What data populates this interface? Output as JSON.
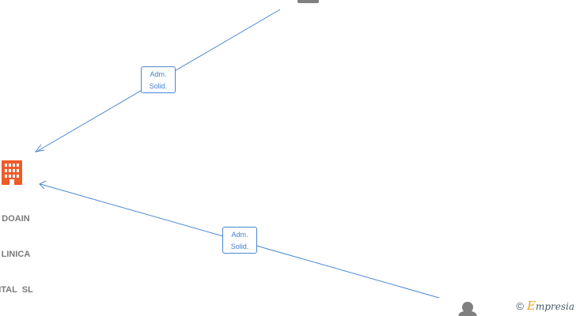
{
  "nodes": {
    "company": {
      "name_lines": [
        "DOAIN",
        "LINICA",
        "ITAL  SL"
      ],
      "icon": "building-icon",
      "color": "#f05a28"
    },
    "person_top": {
      "icon": "person-icon",
      "color": "#808080"
    },
    "person_bottom": {
      "icon": "person-icon",
      "color": "#808080"
    }
  },
  "edges": [
    {
      "from": "person_top",
      "to": "company",
      "label_line1": "Adm.",
      "label_line2": "Solid."
    },
    {
      "from": "person_bottom",
      "to": "company",
      "label_line1": "Adm.",
      "label_line2": "Solid."
    }
  ],
  "edge_color": "#4a86d4",
  "watermark": {
    "copyright": "©",
    "brand_initial": "E",
    "brand_rest": "mpresia"
  }
}
